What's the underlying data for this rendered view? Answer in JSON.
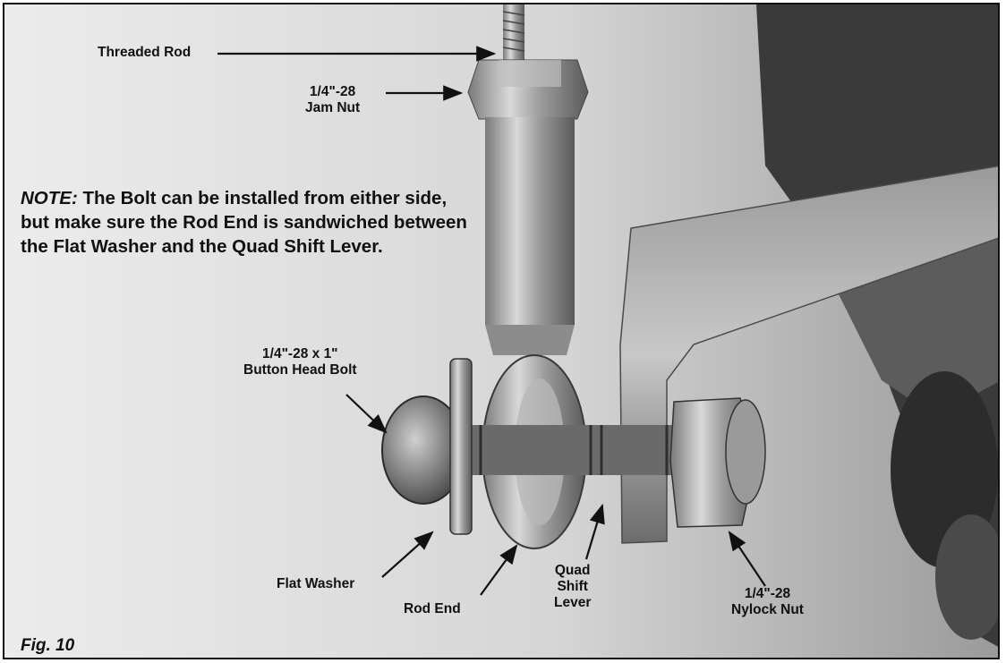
{
  "figure_label": "Fig. 10",
  "note": {
    "keyword": "NOTE:",
    "text": " The Bolt can be installed from either side, but make sure the Rod End is sandwiched between the Flat Washer and the Quad Shift Lever."
  },
  "labels": {
    "threaded_rod": "Threaded Rod",
    "jam_nut_1": "1/4\"-28",
    "jam_nut_2": "Jam Nut",
    "bolt_1": "1/4\"-28 x 1\"",
    "bolt_2": "Button Head Bolt",
    "flat_washer": "Flat Washer",
    "rod_end": "Rod End",
    "quad_1": "Quad",
    "quad_2": "Shift",
    "quad_3": "Lever",
    "nylock_1": "1/4\"-28",
    "nylock_2": "Nylock Nut"
  }
}
